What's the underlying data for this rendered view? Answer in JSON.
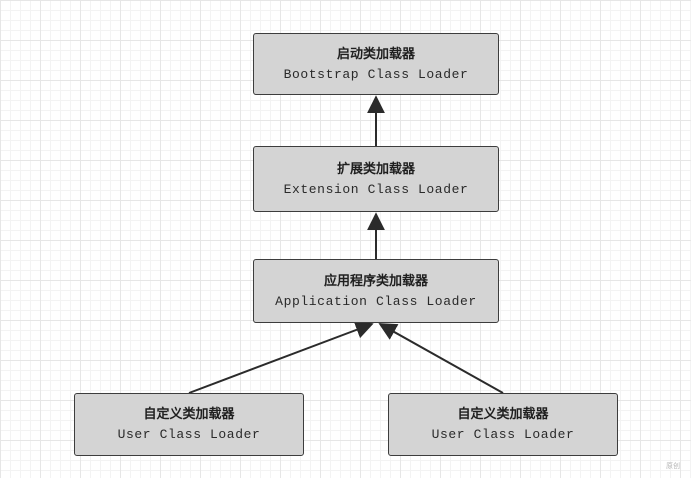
{
  "nodes": {
    "bootstrap": {
      "cn": "启动类加载器",
      "en": "Bootstrap Class Loader"
    },
    "extension": {
      "cn": "扩展类加载器",
      "en": "Extension Class Loader"
    },
    "application": {
      "cn": "应用程序类加载器",
      "en": "Application Class Loader"
    },
    "user_left": {
      "cn": "自定义类加载器",
      "en": "User Class Loader"
    },
    "user_right": {
      "cn": "自定义类加载器",
      "en": "User Class Loader"
    }
  },
  "watermark": "原创",
  "colors": {
    "node_fill": "#d4d4d4",
    "node_border": "#3d3d3d",
    "edge": "#2b2b2b"
  }
}
